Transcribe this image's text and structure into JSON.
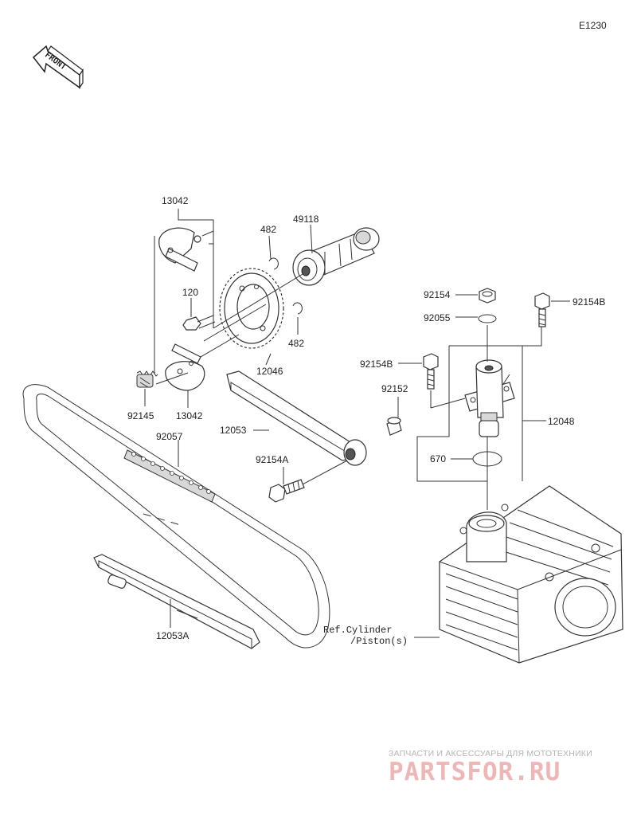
{
  "diagram_code": "E1230",
  "front_label": "FRONT",
  "labels": {
    "p13042_top": "13042",
    "p482_top": "482",
    "p49118": "49118",
    "p120": "120",
    "p482_bottom": "482",
    "p12046": "12046",
    "p92145": "92145",
    "p13042_bottom": "13042",
    "p92154_top": "92154",
    "p92154B_right": "92154B",
    "p92055": "92055",
    "p92154B_left": "92154B",
    "p92152": "92152",
    "p12048": "12048",
    "p12053": "12053",
    "p92057": "92057",
    "p92154A": "92154A",
    "p670": "670",
    "p12053A": "12053A",
    "ref_line1": "Ref.Cylinder",
    "ref_line2": "/Piston(s)"
  },
  "watermark": {
    "subtitle": "ЗАПЧАСТИ И АКСЕССУАРЫ ДЛЯ МОТОТЕХНИКИ",
    "logo": "PARTSFOR.RU"
  }
}
